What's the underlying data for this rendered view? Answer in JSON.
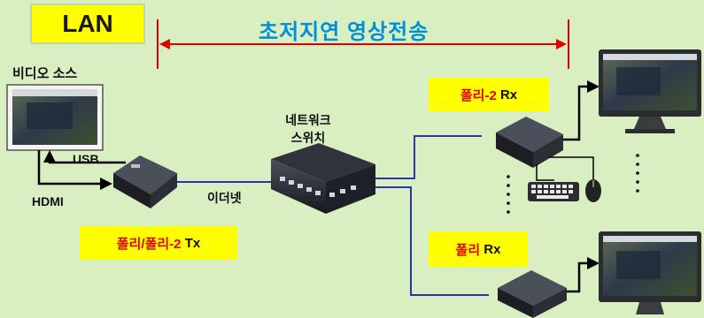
{
  "lan_label": "LAN",
  "latency_title": "초저지연 영상전송",
  "labels": {
    "video_source": "비디오 소스",
    "usb": "USB",
    "hdmi": "HDMI",
    "ethernet": "이더넷",
    "switch_line1": "네트워크",
    "switch_line2": "스위치"
  },
  "tx": {
    "part1": "폴리/폴리-2",
    "part2": "Tx"
  },
  "rx1": {
    "part1": "폴리-2",
    "part2": "Rx"
  },
  "rx2": {
    "part1": "폴리",
    "part2": "Rx"
  },
  "colors": {
    "background": "#d9efc2",
    "highlight": "#ffff00",
    "title": "#0090d8",
    "arrow": "#e00000",
    "cable": "#2a36b0"
  }
}
